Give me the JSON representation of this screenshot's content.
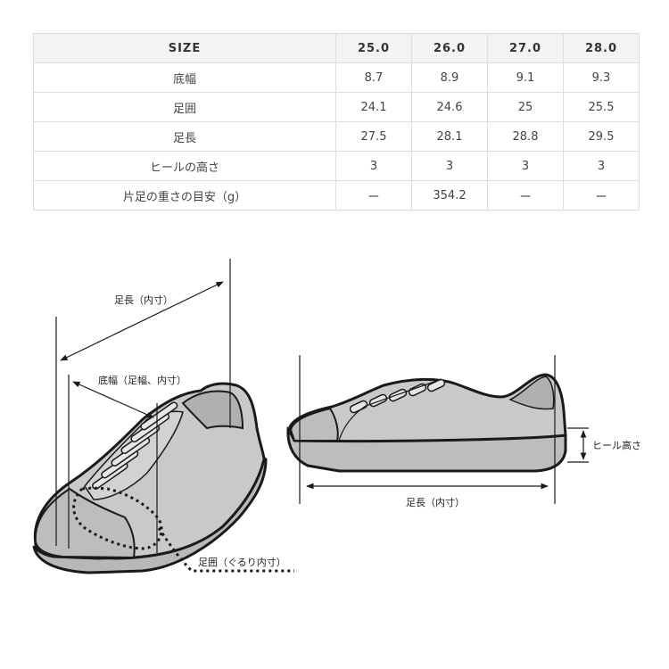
{
  "table": {
    "header": [
      "SIZE",
      "25.0",
      "26.0",
      "27.0",
      "28.0"
    ],
    "rows": [
      {
        "label": "底幅",
        "values": [
          "8.7",
          "8.9",
          "9.1",
          "9.3"
        ]
      },
      {
        "label": "足囲",
        "values": [
          "24.1",
          "24.6",
          "25",
          "25.5"
        ]
      },
      {
        "label": "足長",
        "values": [
          "27.5",
          "28.1",
          "28.8",
          "29.5"
        ]
      },
      {
        "label": "ヒールの高さ",
        "values": [
          "3",
          "3",
          "3",
          "3"
        ]
      },
      {
        "label": "片足の重さの目安（g）",
        "values": [
          "ー",
          "354.2",
          "ー",
          "ー"
        ]
      }
    ]
  },
  "diagram": {
    "length_label": "足長（内寸）",
    "width_label": "底幅（足幅、内寸）",
    "girth_label": "足囲（ぐるり内寸）",
    "side_length_label": "足長（内寸）",
    "heel_label": "ヒール高さ"
  },
  "colors": {
    "shoe_fill": "#c9c9c9",
    "shoe_dark": "#b5b5b5",
    "outline": "#1a1a1a",
    "table_border": "#dcdcdc",
    "header_bg": "#f3f3f3"
  }
}
